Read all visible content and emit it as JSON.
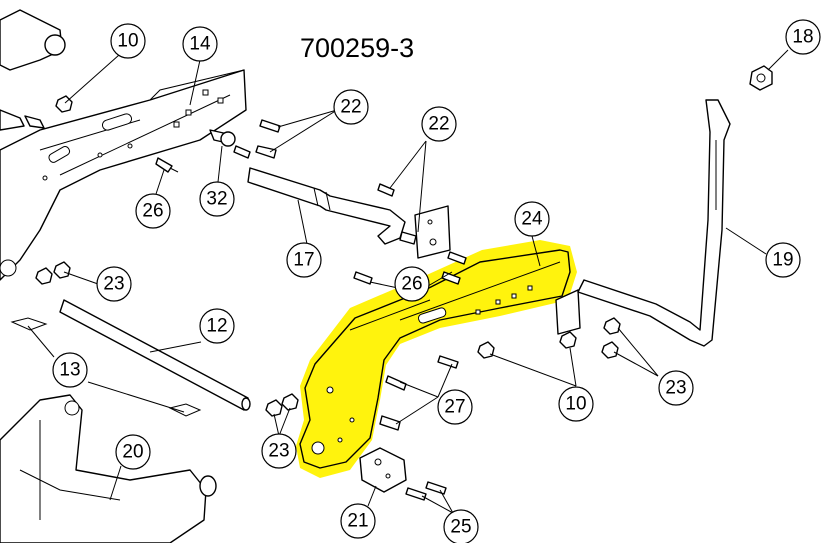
{
  "diagram": {
    "part_number": "700259-3",
    "highlight_color": "#fff200",
    "callouts": [
      "10",
      "14",
      "22",
      "18",
      "22",
      "26",
      "32",
      "17",
      "24",
      "23",
      "26",
      "12",
      "13",
      "19",
      "10",
      "23",
      "27",
      "23",
      "20",
      "21",
      "25"
    ]
  }
}
